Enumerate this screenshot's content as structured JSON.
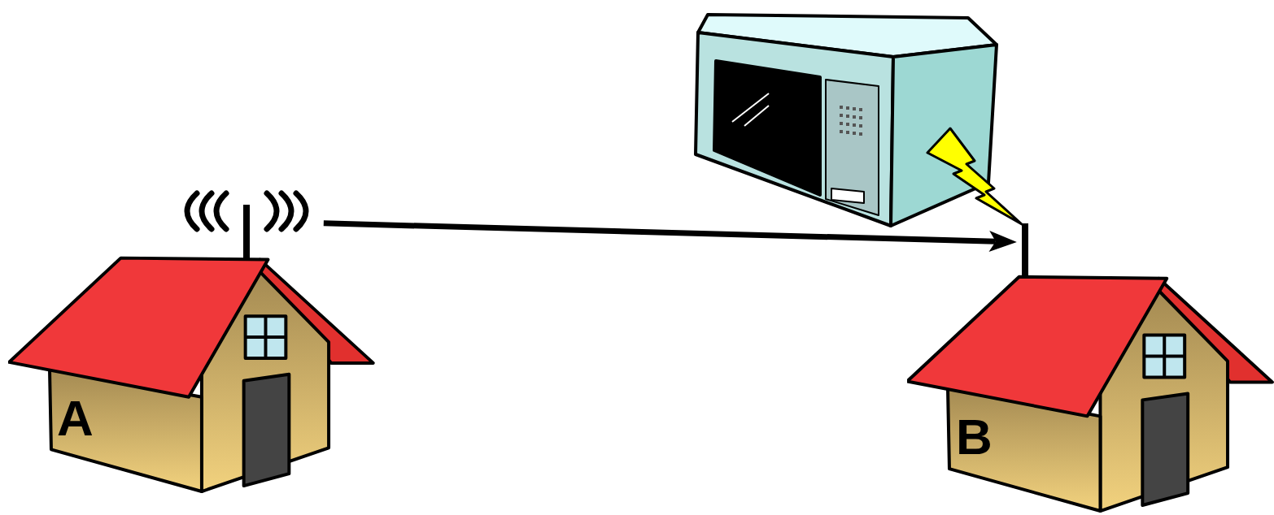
{
  "diagram": {
    "nodes": [
      {
        "text": [
          "A"
        ]
      },
      {
        "text": [
          "B"
        ]
      }
    ],
    "edges": [
      {
        "from": 0,
        "to": 1,
        "arrow": "to"
      }
    ]
  }
}
